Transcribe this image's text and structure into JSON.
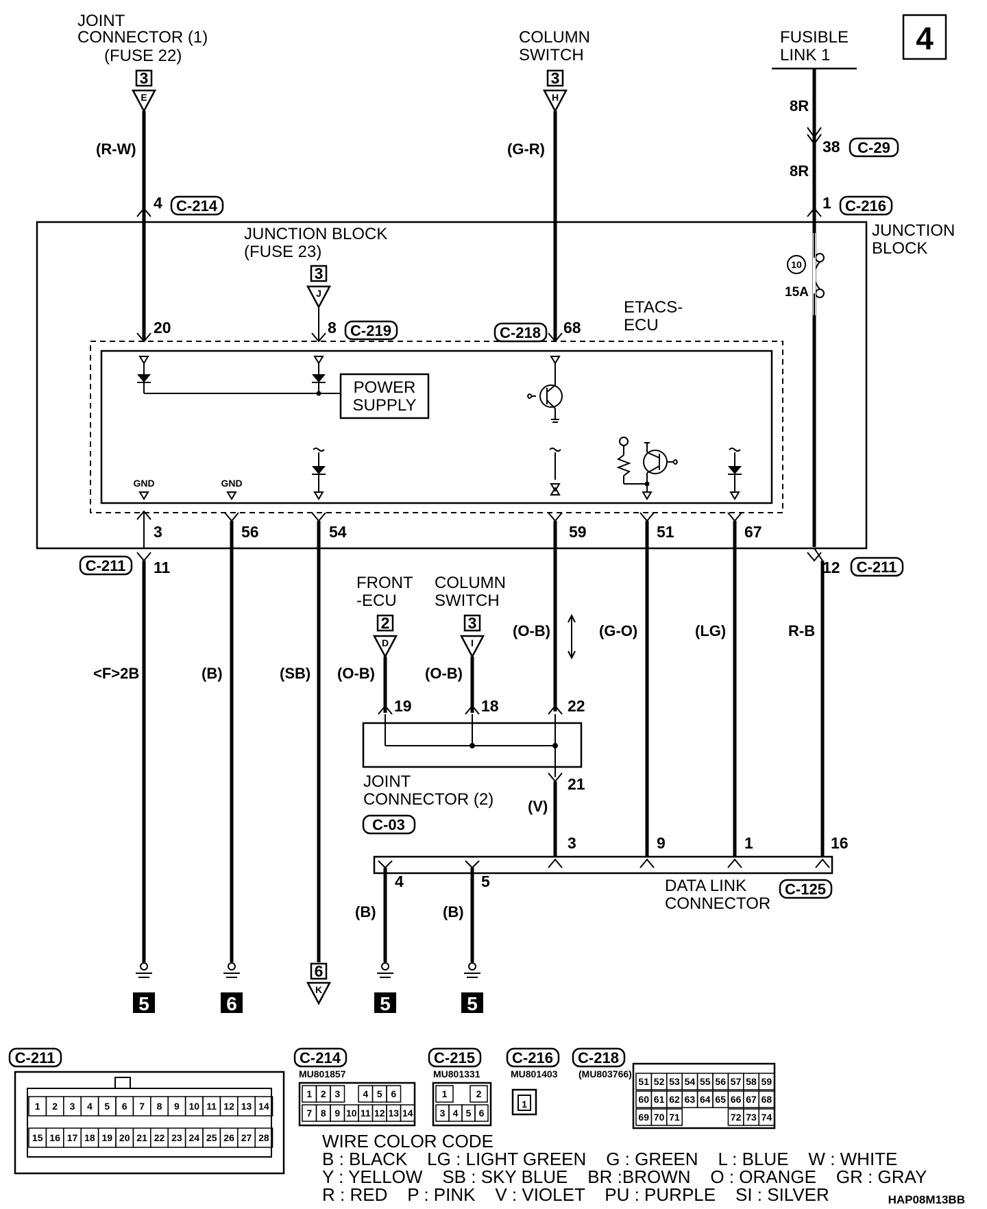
{
  "page_label": "4",
  "diagram_code": "HAP08M13BB",
  "top_sources": {
    "joint_connector_1": {
      "line1": "JOINT",
      "line2": "CONNECTOR (1)",
      "line3": "(FUSE 22)",
      "ref": "3",
      "letter": "E",
      "wire": "(R-W)"
    },
    "column_switch": {
      "line1": "COLUMN",
      "line2": "SWITCH",
      "ref": "3",
      "letter": "H",
      "wire": "(G-R)"
    },
    "fusible_link": {
      "line1": "FUSIBLE",
      "line2": "LINK 1",
      "wire_top": "8R",
      "pin": "38",
      "conn": "C-29",
      "wire_bottom": "8R"
    }
  },
  "junction_block": {
    "label_line1": "JUNCTION",
    "label_line2": "BLOCK",
    "inner_line1": "JUNCTION BLOCK",
    "inner_line2": "(FUSE 23)",
    "inner_ref": "3",
    "inner_letter": "J",
    "fuse_number": "10",
    "fuse_rating": "15A",
    "top_pins": [
      {
        "pin": "4",
        "conn": "C-214"
      },
      {
        "pin": "1",
        "conn": "C-216"
      }
    ],
    "pin_8": {
      "pin": "8",
      "conn": "C-219"
    },
    "pin_68": {
      "pin": "68",
      "conn": "C-218"
    },
    "pin_20": "20"
  },
  "etacs_ecu": {
    "line1": "ETACS-",
    "line2": "ECU",
    "power_supply_line1": "POWER",
    "power_supply_line2": "SUPPLY",
    "gnd_label": "GND",
    "bottom_pins": [
      "3",
      "56",
      "54",
      "59",
      "51",
      "67"
    ]
  },
  "c211_pins": {
    "left": {
      "pin": "11",
      "conn": "C-211"
    },
    "right": {
      "pin": "12",
      "conn": "C-211"
    }
  },
  "wires_mid": {
    "w1": "<F>2B",
    "w2": "(B)",
    "w3": "(SB)",
    "w4": "(O-B)",
    "w5": "(O-B)",
    "w6": "(O-B)",
    "w7": "(G-O)",
    "w8": "(LG)",
    "w9": "R-B",
    "w10": "(V)"
  },
  "front_ecu": {
    "line1": "FRONT",
    "line2": "-ECU",
    "ref": "2",
    "letter": "D"
  },
  "column_switch_2": {
    "line1": "COLUMN",
    "line2": "SWITCH",
    "ref": "3",
    "letter": "I"
  },
  "joint_connector_2": {
    "line1": "JOINT",
    "line2": "CONNECTOR (2)",
    "conn": "C-03",
    "pins_top": [
      "19",
      "18",
      "22"
    ],
    "pin_bottom": "21"
  },
  "data_link_connector": {
    "line1": "DATA LINK",
    "line2": "CONNECTOR",
    "conn": "C-125",
    "pins_top": [
      "3",
      "9",
      "1",
      "16"
    ],
    "pins_bottom": [
      "4",
      "5"
    ],
    "wire_bottom": [
      "(B)",
      "(B)"
    ]
  },
  "grounds": {
    "g1": "5",
    "g2": "6",
    "g3": "5",
    "g4": "5",
    "k_ref": "6",
    "k_letter": "K"
  },
  "connectors": {
    "c211": {
      "name": "C-211",
      "row1": [
        "1",
        "2",
        "3",
        "4",
        "5",
        "6",
        "7",
        "8",
        "9",
        "10",
        "11",
        "12",
        "13",
        "14"
      ],
      "row2": [
        "15",
        "16",
        "17",
        "18",
        "19",
        "20",
        "21",
        "22",
        "23",
        "24",
        "25",
        "26",
        "27",
        "28"
      ]
    },
    "c214": {
      "name": "C-214",
      "part": "MU801857",
      "row1": [
        "1",
        "2",
        "3",
        "",
        "4",
        "5",
        "6"
      ],
      "row2": [
        "7",
        "8",
        "9",
        "10",
        "11",
        "12",
        "13",
        "14"
      ]
    },
    "c215": {
      "name": "C-215",
      "part": "MU801331",
      "row1": [
        "1",
        "",
        "2"
      ],
      "row2": [
        "3",
        "4",
        "5",
        "6"
      ]
    },
    "c216": {
      "name": "C-216",
      "part": "MU801403",
      "row1": [
        "1"
      ]
    },
    "c218": {
      "name": "C-218",
      "part": "(MU803766)",
      "row1": [
        "51",
        "52",
        "53",
        "54",
        "55",
        "56",
        "57",
        "58",
        "59"
      ],
      "row2": [
        "60",
        "61",
        "62",
        "63",
        "64",
        "65",
        "66",
        "67",
        "68"
      ],
      "row3": [
        "69",
        "70",
        "71",
        "",
        "",
        "",
        "72",
        "73",
        "74"
      ]
    }
  },
  "wire_color_code": {
    "title": "WIRE COLOR CODE",
    "line1": "B : BLACK    LG : LIGHT GREEN    G : GREEN    L : BLUE    W : WHITE",
    "line2": "Y : YELLOW    SB : SKY BLUE    BR :BROWN    O : ORANGE    GR : GRAY",
    "line3": "R : RED    P : PINK    V : VIOLET    PU : PURPLE    SI : SILVER"
  }
}
